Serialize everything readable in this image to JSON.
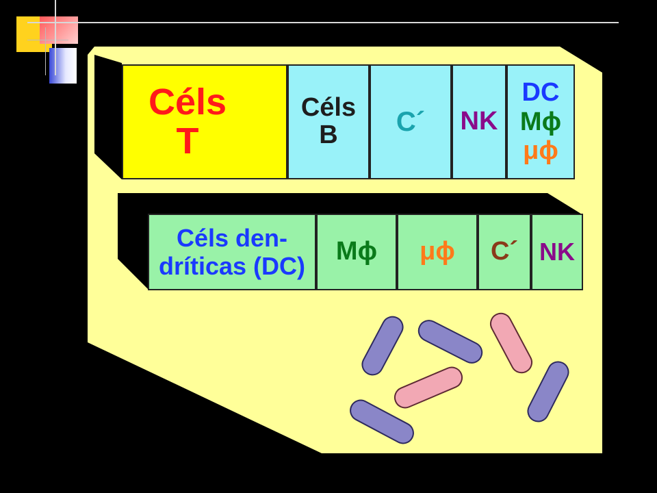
{
  "colors": {
    "background": "#000000",
    "panel": "#ffff99",
    "yellow_cell": "#ffff00",
    "row1_cells": "#99f2f9",
    "row2_cells": "#99f2a8",
    "bacteria_purple": "#8a86c8",
    "bacteria_pink": "#f2a8b4"
  },
  "row1": {
    "cell_t": {
      "line1": "Céls",
      "line2": "T"
    },
    "cell_b": {
      "line1": "Céls",
      "line2": "B"
    },
    "cell_c": {
      "label": "C´"
    },
    "cell_nk": {
      "label": "NK"
    },
    "cell_dc": {
      "line1": "DC",
      "line2": "Mϕ",
      "line3": "μϕ"
    }
  },
  "row2": {
    "cell_dc": {
      "line1": "Céls den-",
      "line2": "dríticas (DC)"
    },
    "cell_m": {
      "label": "Mϕ"
    },
    "cell_mu": {
      "label": "μϕ"
    },
    "cell_c": {
      "label": "C´"
    },
    "cell_nk": {
      "label": "NK"
    }
  },
  "bacteria": [
    {
      "color": "purple"
    },
    {
      "color": "purple"
    },
    {
      "color": "pink"
    },
    {
      "color": "pink"
    },
    {
      "color": "purple"
    },
    {
      "color": "purple"
    }
  ]
}
